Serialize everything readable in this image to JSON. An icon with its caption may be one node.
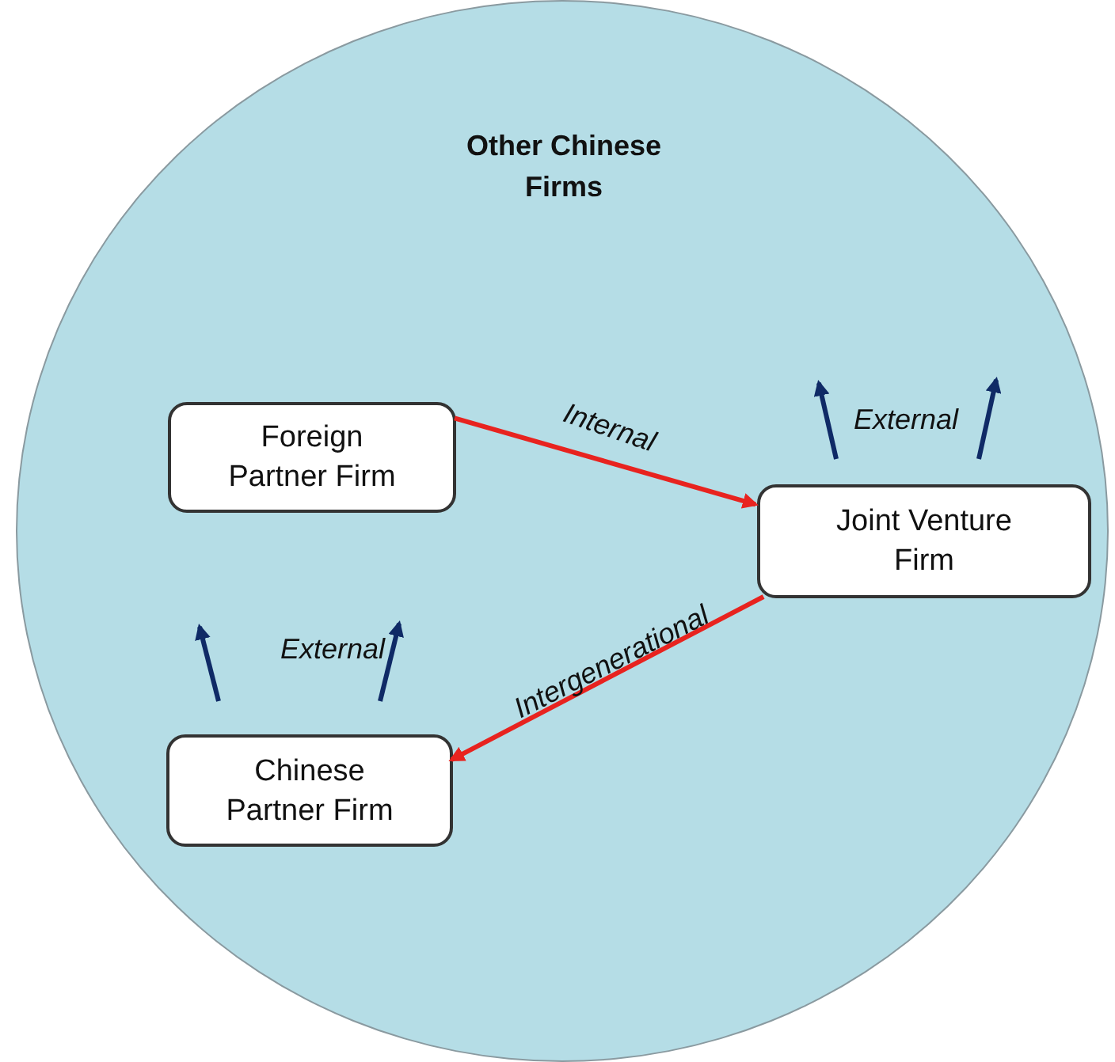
{
  "diagram": {
    "nodes": [
      {
        "text": [
          "Other Chinese Firms"
        ]
      },
      {
        "text": [
          "Foreign Partner Firm"
        ],
        "in": 0
      },
      {
        "text": [
          "Joint Venture Firm"
        ],
        "in": 0
      },
      {
        "text": [
          "Chinese Partner Firm"
        ],
        "in": 0
      }
    ],
    "edges": [
      {
        "from": 1,
        "to": 2,
        "arrow": "to",
        "label": "Internal",
        "color": "#e8231f"
      },
      {
        "from": 2,
        "to": 3,
        "arrow": "to",
        "label": "Intergenerational",
        "color": "#e8231f"
      }
    ],
    "labels": [
      "External",
      "External"
    ]
  }
}
